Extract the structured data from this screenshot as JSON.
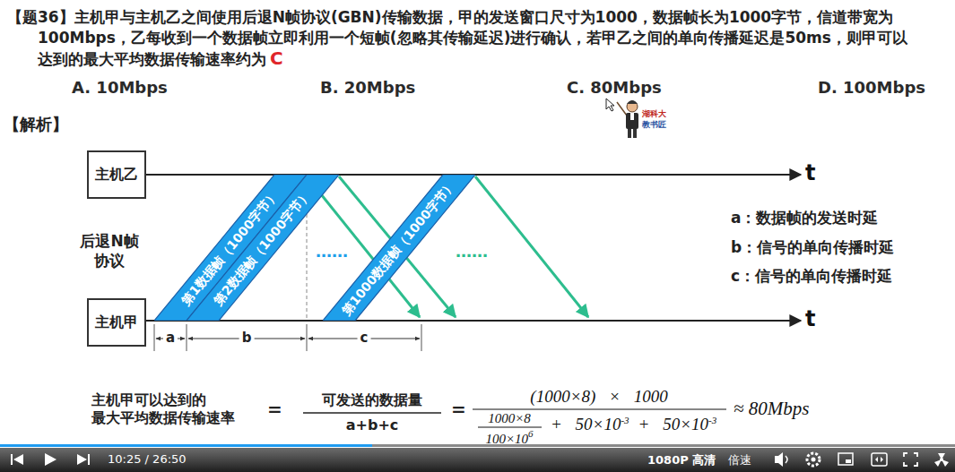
{
  "diagram": {
    "title": "【题36】主机甲与主机乙之间使用后退N帧协议(GBN)传输数据，甲的发送窗口尺寸为1000，数据帧长为1000字节，信道带宽为100Mbps，乙每收到一个数据帧立即利用一个短帧(忽略其传输延迟)进行确认，若甲乙之间的单向传播延迟是50ms，则甲可以达到的最大平均数据传输速率约为",
    "nodes": [
      {
        "text": [
          "主机乙"
        ]
      },
      {
        "text": [
          "主机甲"
        ]
      },
      {
        "text": [
          "第1数据帧（1000字节）"
        ]
      },
      {
        "text": [
          "第2数据帧（1000字节）"
        ]
      },
      {
        "text": [
          "第1000数据帧（1000字节）"
        ]
      }
    ],
    "labels": [
      "C",
      "A. 10Mbps",
      "B. 20Mbps",
      "C. 80Mbps",
      "D. 100Mbps",
      "湖科大",
      "教书匠",
      "【解析】",
      "t",
      "t",
      "后退N帧 协议",
      "……",
      "……",
      "a：数据帧的发送时延",
      "b：信号的单向传播时延",
      "c：信号的单向传播时延",
      "a",
      "b",
      "c",
      "主机甲可以达到的 最大平均数据传输速率",
      "=",
      "可发送的数据量",
      "a+b+c",
      "=",
      "(1000×8) × 1000",
      "1000×8",
      "100×10",
      "6",
      "+ 50×10",
      "-3",
      "+ 50×10",
      "-3",
      "≈ 80Mbps",
      "10:25 / 26:50",
      "1080P 高清",
      "倍速"
    ]
  }
}
